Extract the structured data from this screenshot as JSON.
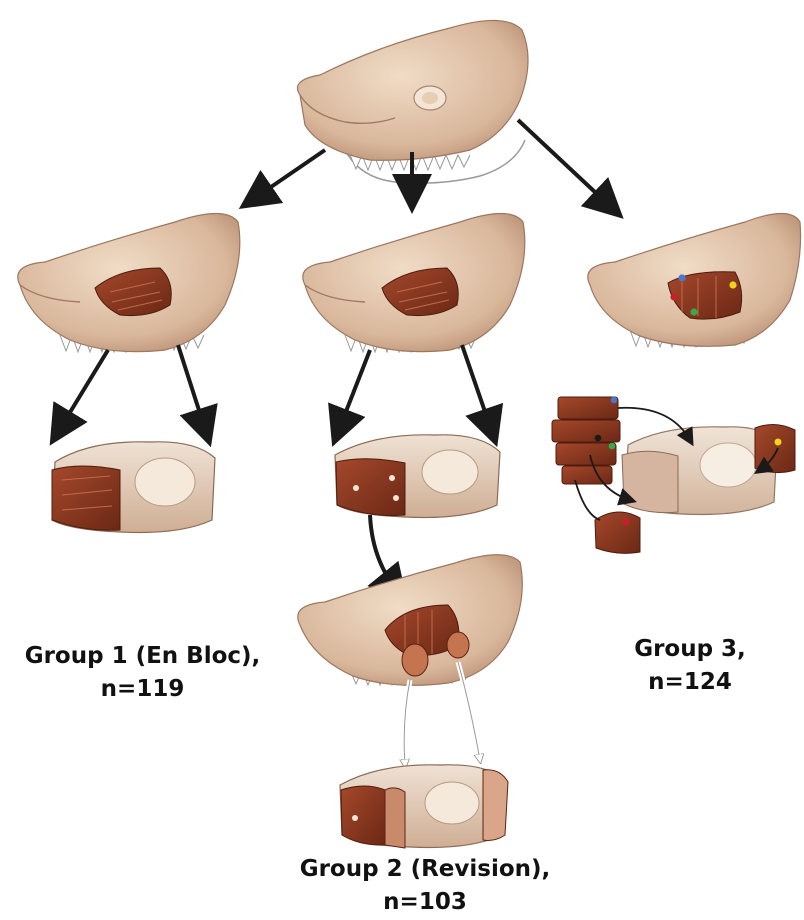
{
  "groups": [
    {
      "id": "group-1",
      "title": "Group 1 (En Bloc),",
      "n": "n=119"
    },
    {
      "id": "group-2",
      "title": "Group 2 (Revision),",
      "n": "n=103"
    },
    {
      "id": "group-3",
      "title": "Group 3,",
      "n": "n=124"
    }
  ],
  "colors": {
    "tongue_skin": "#e6c8ad",
    "tongue_shadow": "#b98f74",
    "muscle": "#8a3a22",
    "muscle_dark": "#5e2212",
    "tumor": "#f1e3d2",
    "arrow": "#1a1a1a",
    "white_arrow": "#ffffff",
    "margin_blue": "#4a78c8",
    "margin_yellow": "#f2d21b",
    "margin_green": "#3aa84a",
    "margin_red": "#c8202a"
  },
  "icons": {
    "margin_dots": [
      "blue-dot-icon",
      "yellow-dot-icon",
      "green-dot-icon",
      "red-dot-icon"
    ]
  }
}
